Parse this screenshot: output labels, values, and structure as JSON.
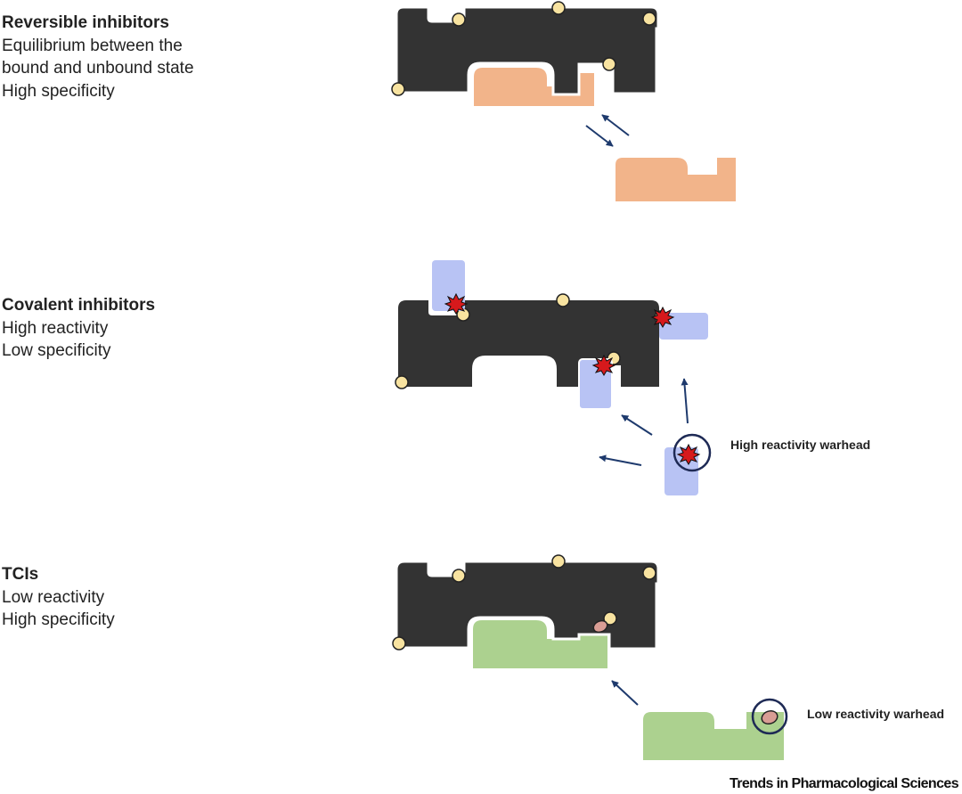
{
  "sections": {
    "reversible": {
      "heading": "Reversible inhibitors",
      "lines": [
        "Equilibrium between the",
        "bound and unbound state",
        "High specificity"
      ]
    },
    "covalent": {
      "heading": "Covalent inhibitors",
      "lines": [
        "High reactivity",
        "Low specificity"
      ],
      "callout": "High reactivity warhead"
    },
    "tci": {
      "heading": "TCIs",
      "lines": [
        "Low reactivity",
        "High specificity"
      ],
      "callout": "Low reactivity warhead"
    }
  },
  "credit": "Trends in Pharmacological Sciences",
  "colors": {
    "protein": "#333333",
    "residue": "#f8e3a0",
    "reversible_inhibitor": "#f2b48a",
    "covalent_inhibitor": "#b8c3f4",
    "tci_inhibitor": "#acd18f",
    "high_warhead": "#d7191c",
    "low_warhead": "#d99d94",
    "arrow": "#1e3a6d"
  }
}
